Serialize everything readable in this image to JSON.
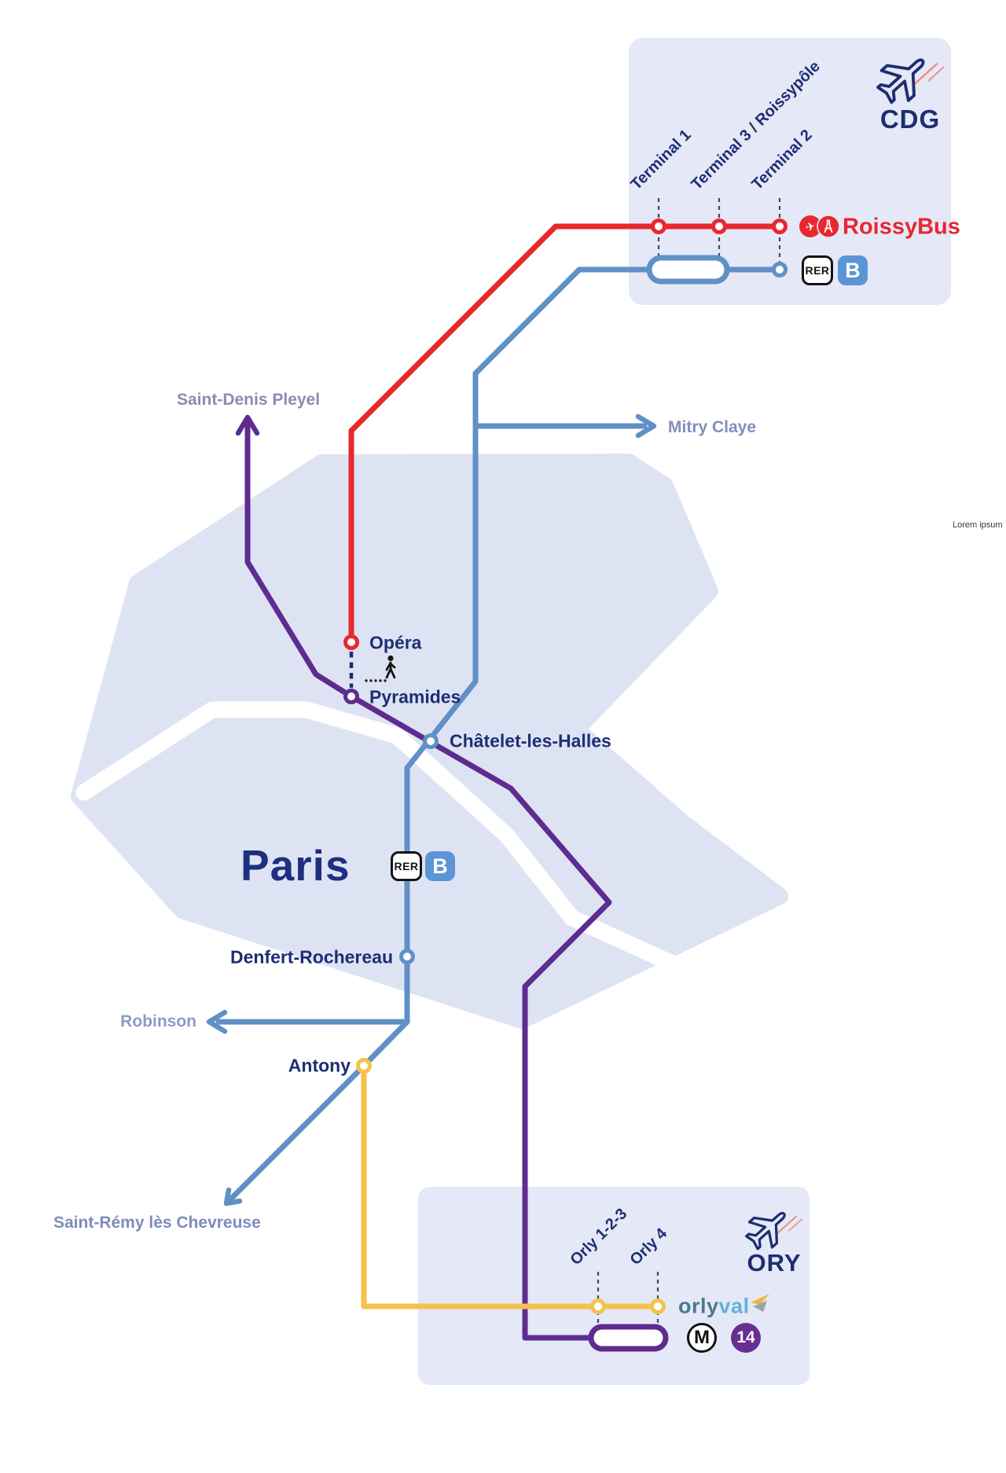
{
  "cdg": {
    "code": "CDG",
    "terminal_1": "Terminal 1",
    "terminal_3": "Terminal 3 / Roissypôle",
    "terminal_2": "Terminal 2",
    "roissybus_label": "RoissyBus",
    "rer_badge": "RER",
    "line_badge": "B"
  },
  "paris_area": {
    "label": "Paris",
    "rer_badge": "RER",
    "line_badge": "B"
  },
  "stations": {
    "opera": "Opéra",
    "pyramides": "Pyramides",
    "chatelet": "Châtelet-les-Halles",
    "denfert": "Denfert-Rochereau",
    "antony": "Antony"
  },
  "termini": {
    "saint_denis_pleyel": "Saint-Denis Pleyel",
    "mitry_claye": "Mitry Claye",
    "robinson": "Robinson",
    "saint_remy": "Saint-Rémy lès Chevreuse"
  },
  "ory": {
    "code": "ORY",
    "orly_123": "Orly 1-2-3",
    "orly_4": "Orly 4",
    "orlyval_part1": "orly",
    "orlyval_part2": "val",
    "metro_badge": "M",
    "metro_line": "14"
  },
  "colors": {
    "roissybus_red": "#e8282f",
    "rer_b_blue": "#6090c6",
    "metro_14_purple": "#5e2c90",
    "orlyval_yellow": "#f5c24b",
    "navy_text": "#1d2e73",
    "area_fill": "#dee3f4",
    "box_fill": "#e4e8f7"
  },
  "footnote": "Lorem ipsum"
}
